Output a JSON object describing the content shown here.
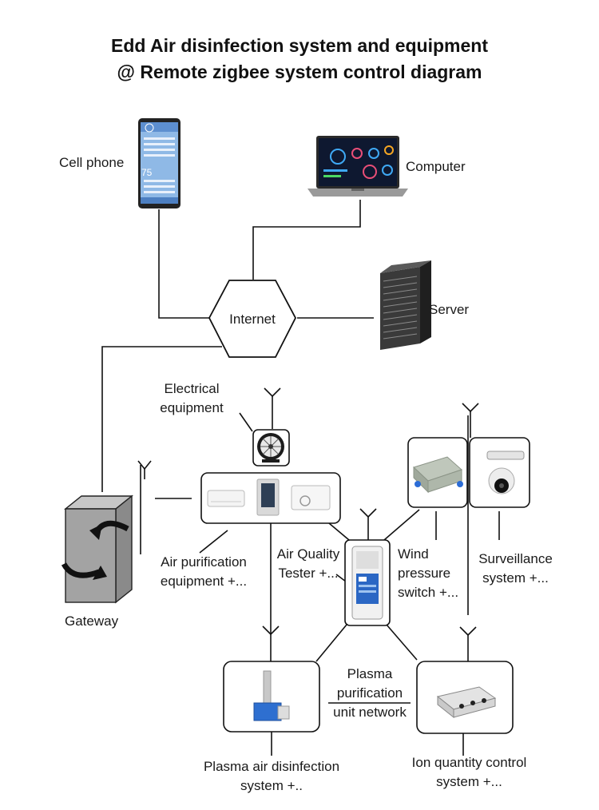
{
  "title": {
    "line1": "Edd Air disinfection system and equipment",
    "line2": "@ Remote zigbee system control diagram"
  },
  "nodes": {
    "cell_phone": "Cell phone",
    "computer": "Computer",
    "internet": "Internet",
    "server": "Server",
    "gateway": "Gateway",
    "electrical_equipment": [
      "Electrical",
      "equipment"
    ],
    "air_purification": [
      "Air purification",
      "equipment +..."
    ],
    "air_quality_tester": [
      "Air Quality",
      "Tester +..."
    ],
    "wind_pressure": [
      "Wind",
      "pressure",
      "switch +..."
    ],
    "surveillance": [
      "Surveillance",
      "system +..."
    ],
    "plasma_network": [
      "Plasma",
      "purification",
      "unit network"
    ],
    "plasma_air": [
      "Plasma air disinfection",
      "system +.."
    ],
    "ion_quantity": [
      "Ion quantity control",
      "system +..."
    ]
  },
  "phone_screen": {
    "reading": "75"
  }
}
